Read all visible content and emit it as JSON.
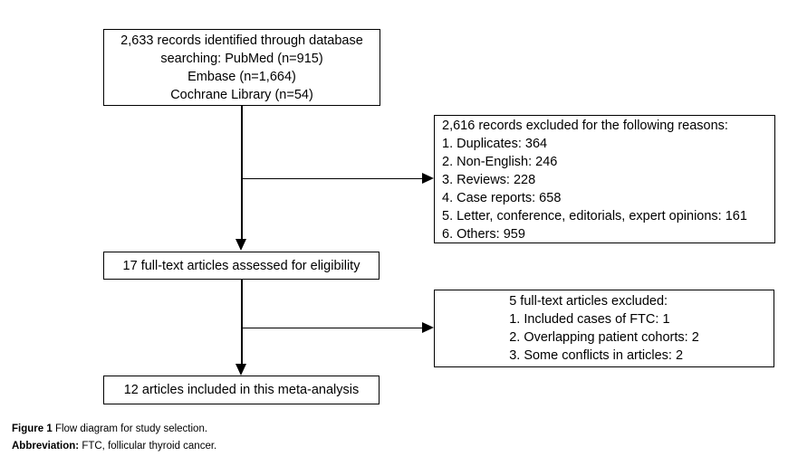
{
  "diagram": {
    "box_identified": {
      "lines": [
        "2,633 records identified through database",
        "searching: PubMed (n=915)",
        "Embase (n=1,664)",
        "Cochrane Library (n=54)"
      ]
    },
    "box_excluded_records": {
      "title": "2,616 records excluded for the following reasons:",
      "items": [
        "1. Duplicates: 364",
        "2. Non-English: 246",
        "3. Reviews: 228",
        "4. Case reports: 658",
        "5. Letter, conference, editorials, expert opinions: 161",
        "6. Others: 959"
      ]
    },
    "box_eligibility": {
      "text": "17 full-text articles assessed for eligibility"
    },
    "box_excluded_fulltext": {
      "title": "5 full-text articles excluded:",
      "items": [
        "1. Included cases of FTC: 1",
        "2. Overlapping patient cohorts: 2",
        "3. Some conflicts in articles: 2"
      ]
    },
    "box_included": {
      "text": "12 articles included in this meta-analysis"
    },
    "colors": {
      "line": "#000000",
      "text": "#000000",
      "background": "#ffffff"
    }
  },
  "caption": {
    "figure_label": "Figure 1",
    "figure_text": "Flow diagram for study selection.",
    "abbreviation_label": "Abbreviation:",
    "abbreviation_text": "FTC, follicular thyroid cancer."
  }
}
